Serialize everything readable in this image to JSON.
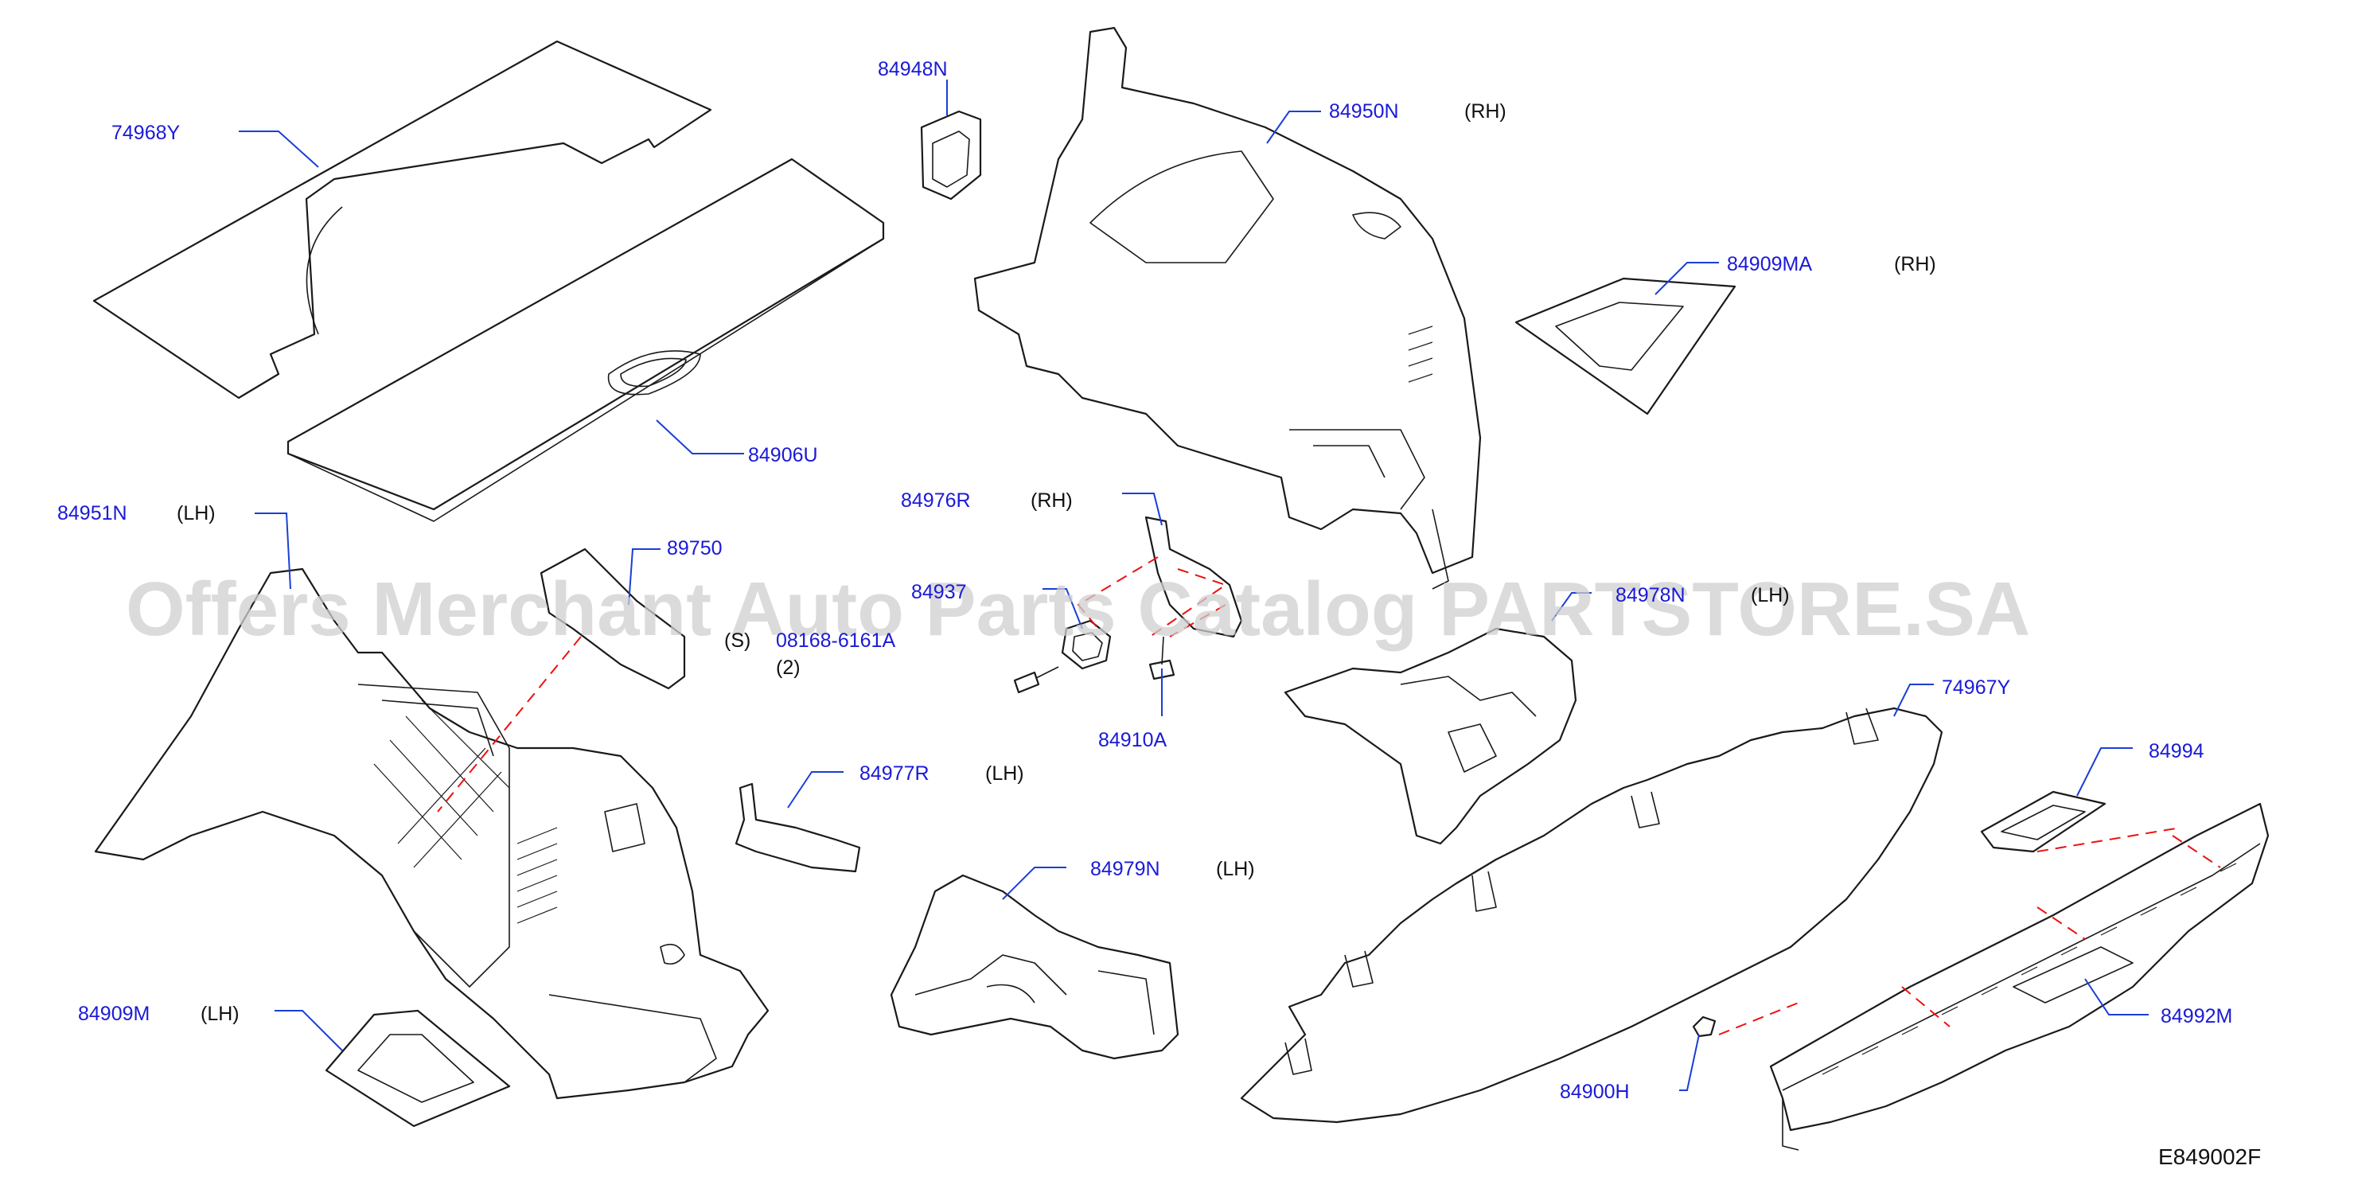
{
  "diagram": {
    "watermark": "Offers Merchant Auto Parts Catalog PARTSTORE.SA",
    "figure_code": "E849002F",
    "callouts": [
      {
        "part": "74968Y",
        "side": ""
      },
      {
        "part": "84906U",
        "side": ""
      },
      {
        "part": "84948N",
        "side": ""
      },
      {
        "part": "84950N",
        "side": "(RH)"
      },
      {
        "part": "84909MA",
        "side": "(RH)"
      },
      {
        "part": "84951N",
        "side": "(LH)"
      },
      {
        "part": "89750",
        "side": ""
      },
      {
        "part": "08168-6161A",
        "side": "(S)",
        "qty": "(2)"
      },
      {
        "part": "84976R",
        "side": "(RH)"
      },
      {
        "part": "84937",
        "side": ""
      },
      {
        "part": "84910A",
        "side": ""
      },
      {
        "part": "84978N",
        "side": "(LH)"
      },
      {
        "part": "84977R",
        "side": "(LH)"
      },
      {
        "part": "84979N",
        "side": "(LH)"
      },
      {
        "part": "74967Y",
        "side": ""
      },
      {
        "part": "84994",
        "side": ""
      },
      {
        "part": "84992M",
        "side": ""
      },
      {
        "part": "84909M",
        "side": "(LH)"
      },
      {
        "part": "84900H",
        "side": ""
      }
    ]
  }
}
